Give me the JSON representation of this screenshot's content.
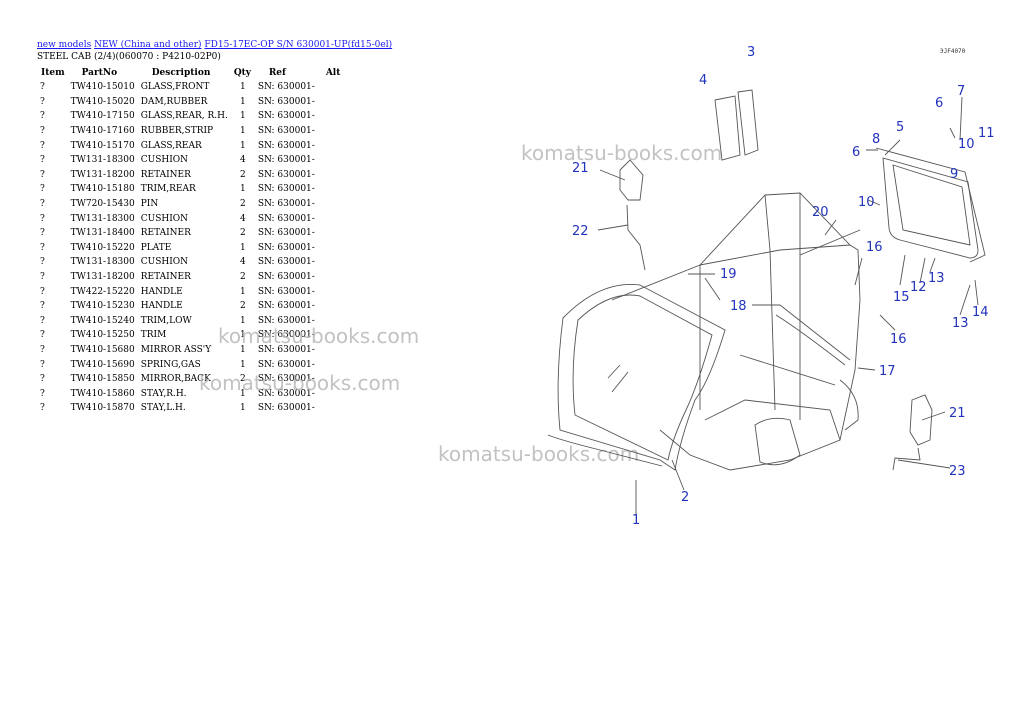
{
  "breadcrumb": {
    "link1": "new models",
    "link2": "NEW (China and other)",
    "link3": "FD15-17EC-OP S/N 630001-UP(fd15-0el)"
  },
  "subtitle": "STEEL CAB (2/4)(060070 : P4210-02P0)",
  "table": {
    "headers": [
      "Item",
      "PartNo",
      "Description",
      "Qty",
      "Ref",
      "Alt"
    ],
    "rows": [
      {
        "item": "?",
        "part": "TW410-15010",
        "desc": "GLASS,FRONT",
        "qty": "1",
        "ref": "SN: 630001-"
      },
      {
        "item": "?",
        "part": "TW410-15020",
        "desc": "DAM,RUBBER",
        "qty": "1",
        "ref": "SN: 630001-"
      },
      {
        "item": "?",
        "part": "TW410-17150",
        "desc": "GLASS,REAR, R.H.",
        "qty": "1",
        "ref": "SN: 630001-"
      },
      {
        "item": "?",
        "part": "TW410-17160",
        "desc": "RUBBER,STRIP",
        "qty": "1",
        "ref": "SN: 630001-"
      },
      {
        "item": "?",
        "part": "TW410-15170",
        "desc": "GLASS,REAR",
        "qty": "1",
        "ref": "SN: 630001-"
      },
      {
        "item": "?",
        "part": "TW131-18300",
        "desc": "CUSHION",
        "qty": "4",
        "ref": "SN: 630001-"
      },
      {
        "item": "?",
        "part": "TW131-18200",
        "desc": "RETAINER",
        "qty": "2",
        "ref": "SN: 630001-"
      },
      {
        "item": "?",
        "part": "TW410-15180",
        "desc": "TRIM,REAR",
        "qty": "1",
        "ref": "SN: 630001-"
      },
      {
        "item": "?",
        "part": "TW720-15430",
        "desc": "PIN",
        "qty": "2",
        "ref": "SN: 630001-"
      },
      {
        "item": "?",
        "part": "TW131-18300",
        "desc": "CUSHION",
        "qty": "4",
        "ref": "SN: 630001-"
      },
      {
        "item": "?",
        "part": "TW131-18400",
        "desc": "RETAINER",
        "qty": "2",
        "ref": "SN: 630001-"
      },
      {
        "item": "?",
        "part": "TW410-15220",
        "desc": "PLATE",
        "qty": "1",
        "ref": "SN: 630001-"
      },
      {
        "item": "?",
        "part": "TW131-18300",
        "desc": "CUSHION",
        "qty": "4",
        "ref": "SN: 630001-"
      },
      {
        "item": "?",
        "part": "TW131-18200",
        "desc": "RETAINER",
        "qty": "2",
        "ref": "SN: 630001-"
      },
      {
        "item": "?",
        "part": "TW422-15220",
        "desc": "HANDLE",
        "qty": "1",
        "ref": "SN: 630001-"
      },
      {
        "item": "?",
        "part": "TW410-15230",
        "desc": "HANDLE",
        "qty": "2",
        "ref": "SN: 630001-"
      },
      {
        "item": "?",
        "part": "TW410-15240",
        "desc": "TRIM,LOW",
        "qty": "1",
        "ref": "SN: 630001-"
      },
      {
        "item": "?",
        "part": "TW410-15250",
        "desc": "TRIM",
        "qty": "1",
        "ref": "SN: 630001-"
      },
      {
        "item": "?",
        "part": "TW410-15680",
        "desc": "MIRROR ASS'Y",
        "qty": "1",
        "ref": "SN: 630001-"
      },
      {
        "item": "?",
        "part": "TW410-15690",
        "desc": "SPRING,GAS",
        "qty": "1",
        "ref": "SN: 630001-"
      },
      {
        "item": "?",
        "part": "TW410-15850",
        "desc": "MIRROR,BACK",
        "qty": "2",
        "ref": "SN: 630001-"
      },
      {
        "item": "?",
        "part": "TW410-15860",
        "desc": "STAY,R.H.",
        "qty": "1",
        "ref": "SN: 630001-"
      },
      {
        "item": "?",
        "part": "TW410-15870",
        "desc": "STAY,L.H.",
        "qty": "1",
        "ref": "SN: 630001-"
      }
    ]
  },
  "watermark": "komatsu-books.com",
  "diagram": {
    "code": "ЭJF4070",
    "callouts": [
      "1",
      "2",
      "3",
      "4",
      "5",
      "6",
      "6",
      "7",
      "8",
      "9",
      "10",
      "10",
      "11",
      "12",
      "13",
      "13",
      "14",
      "15",
      "16",
      "16",
      "17",
      "18",
      "19",
      "20",
      "21",
      "21",
      "22",
      "23"
    ],
    "line_color": "#555555",
    "callout_color": "#2233bb"
  }
}
